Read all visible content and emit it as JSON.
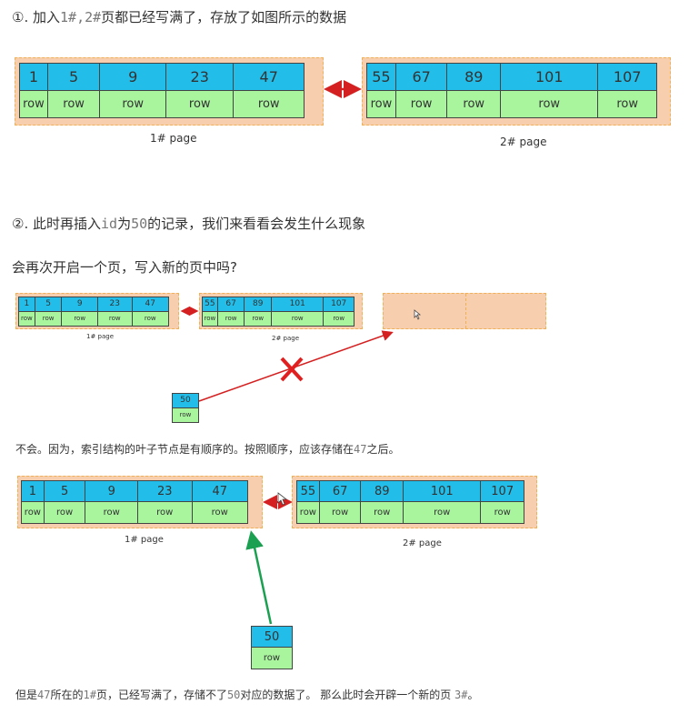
{
  "section1": {
    "marker": "①. ",
    "parts": [
      "加入",
      "1#",
      ",",
      "2#",
      "页都已经写满了，存放了如图所示的数据"
    ]
  },
  "section2": {
    "marker": "②. ",
    "parts": [
      "此时再插入",
      "id",
      "为",
      "50",
      "的记录，我们来看看会发生什么现象"
    ],
    "question": "会再次开启一个页，写入新的页中吗?"
  },
  "answer": {
    "parts": [
      "不会。因为，索引结构的叶子节点是有顺序的。按照顺序，应该存储在",
      "47",
      "之后。"
    ]
  },
  "conclusion": {
    "parts": [
      "但是",
      "47",
      "所在的",
      "1#",
      "页，已经写满了，存储不了",
      "50",
      "对应的数据了。 那么此时会开辟一个新的页 ",
      "3#",
      "。"
    ]
  },
  "pages": {
    "page1": {
      "caption": "1# page",
      "keys": [
        "1",
        "5",
        "9",
        "23",
        "47"
      ]
    },
    "page2": {
      "caption": "2# page",
      "keys": [
        "55",
        "67",
        "89",
        "101",
        "107"
      ]
    }
  },
  "row_label": "row",
  "new_record": {
    "key": "50",
    "row": "row"
  },
  "colors": {
    "page_fill": "#f8cfae",
    "page_border": "#f0b055",
    "key_fill": "#22bde9",
    "row_fill": "#a8f59e",
    "link_arrow": "#d42020",
    "reject_cross": "#e02020",
    "insert_arrow": "#1aa050"
  },
  "icons": [
    "double-arrow-icon",
    "red-x-icon",
    "mouse-cursor-icon",
    "arrow-icon"
  ]
}
